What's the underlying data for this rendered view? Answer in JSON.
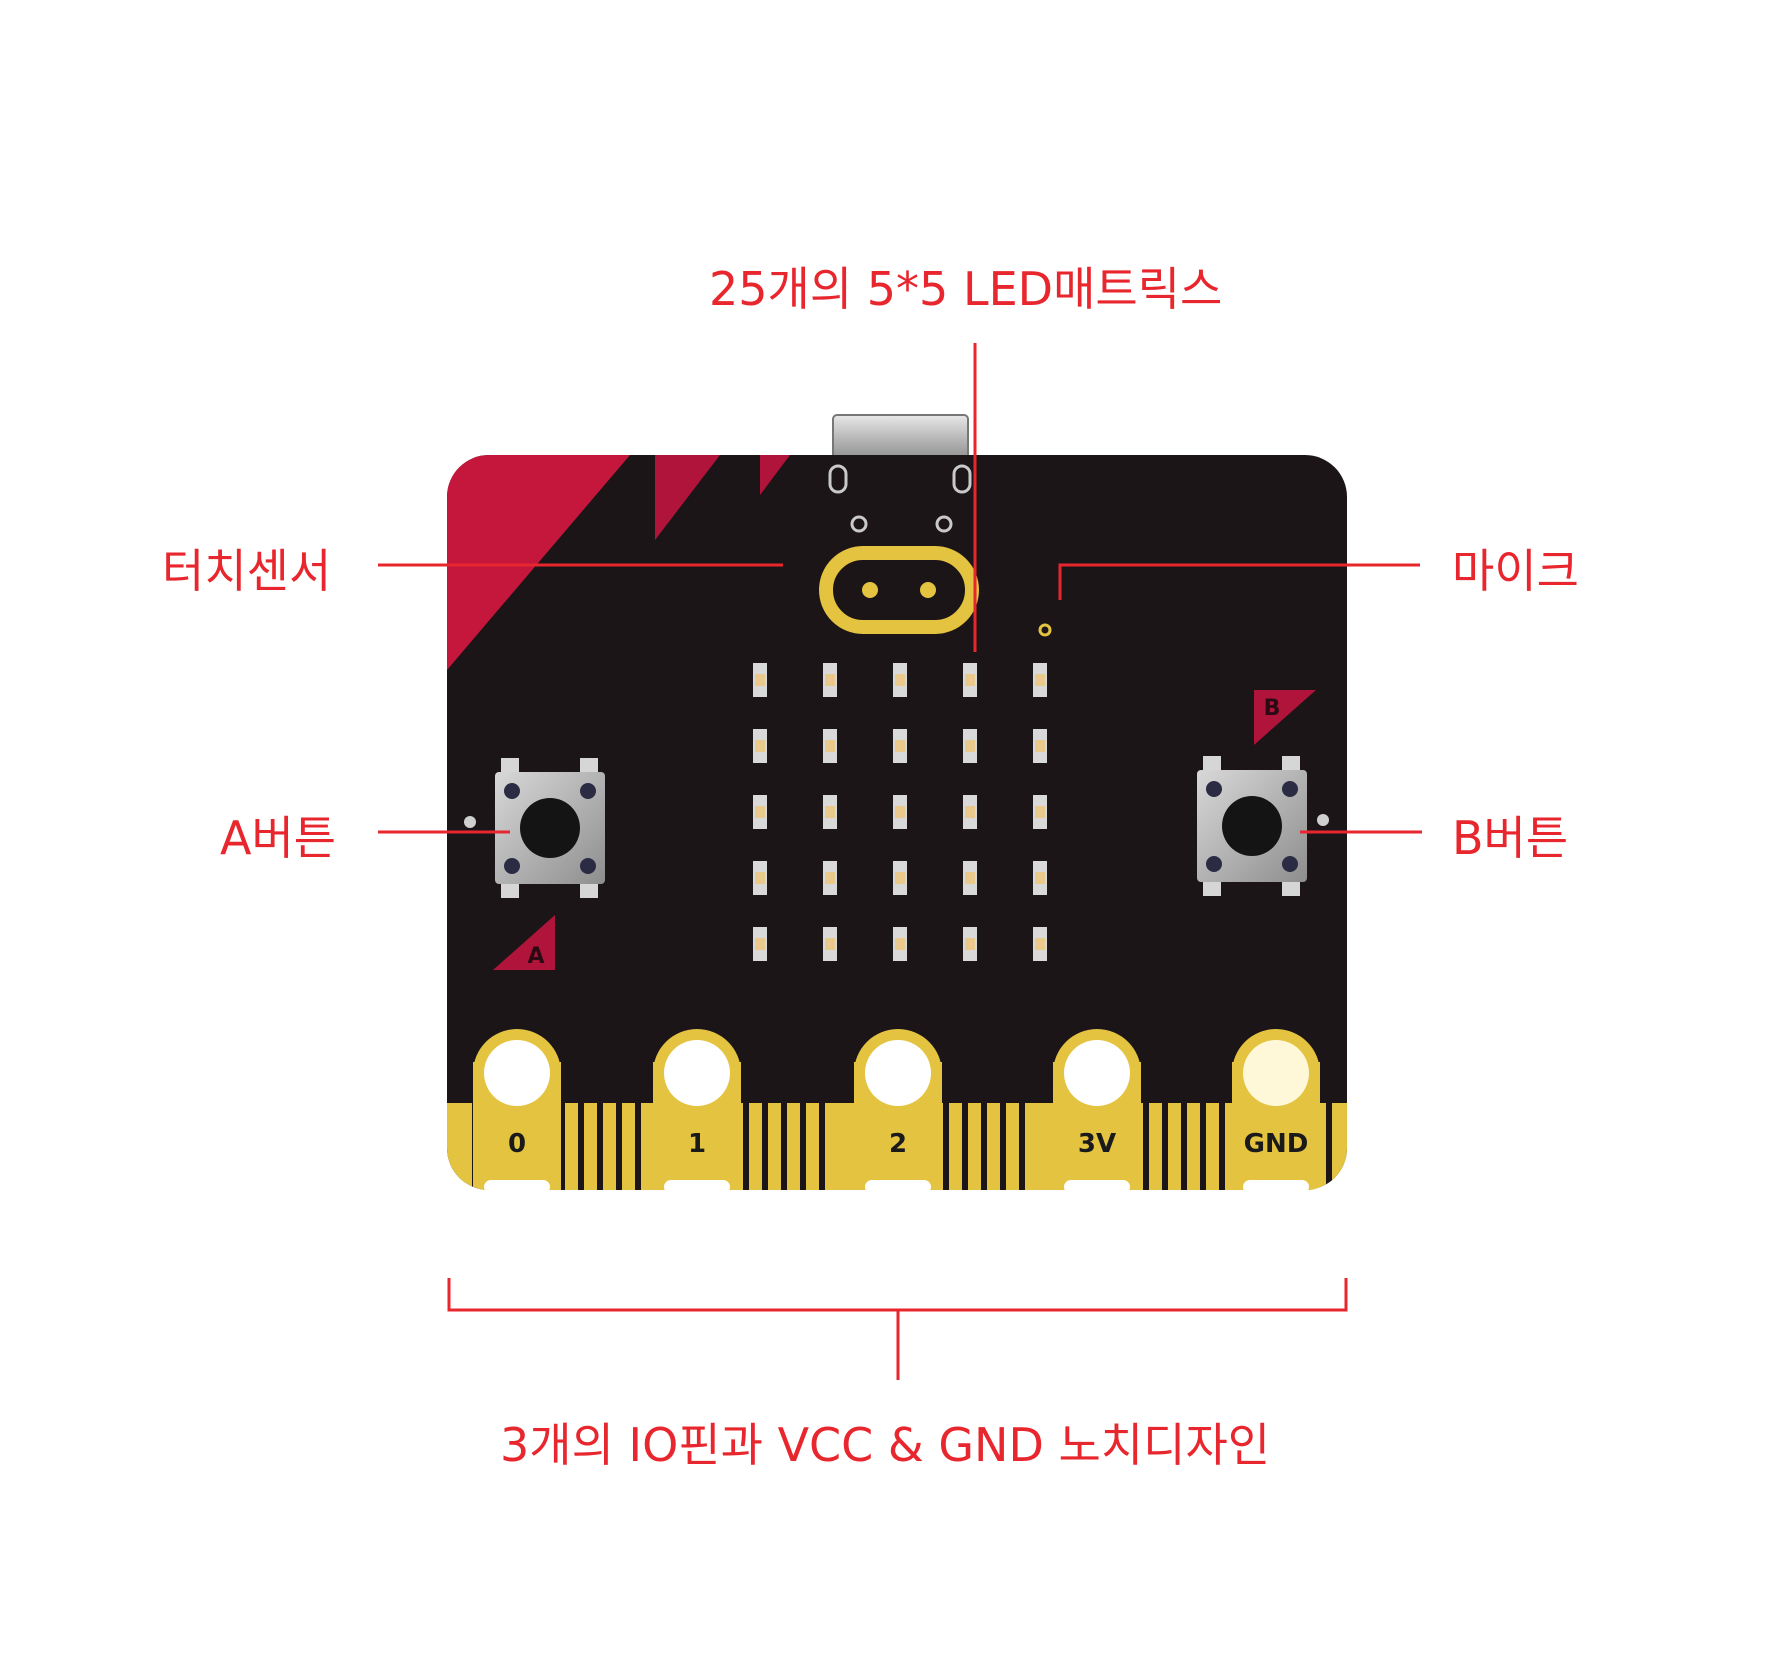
{
  "callouts": {
    "led_matrix": "25개의 5*5 LED매트릭스",
    "touch_sensor": "터치센서",
    "microphone": "마이크",
    "button_a": "A버튼",
    "button_b": "B버튼",
    "io_pins": "3개의 IO핀과 VCC & GND 노치디자인"
  },
  "board": {
    "pin_labels": [
      "0",
      "1",
      "2",
      "3V",
      "GND"
    ],
    "button_a_marker": "A",
    "button_b_marker": "B",
    "led_rows": 5,
    "led_cols": 5
  },
  "colors": {
    "callout_red": "#e8262d",
    "board_black": "#1c1518",
    "board_red": "#c4173b",
    "gold": "#e3c33f"
  }
}
